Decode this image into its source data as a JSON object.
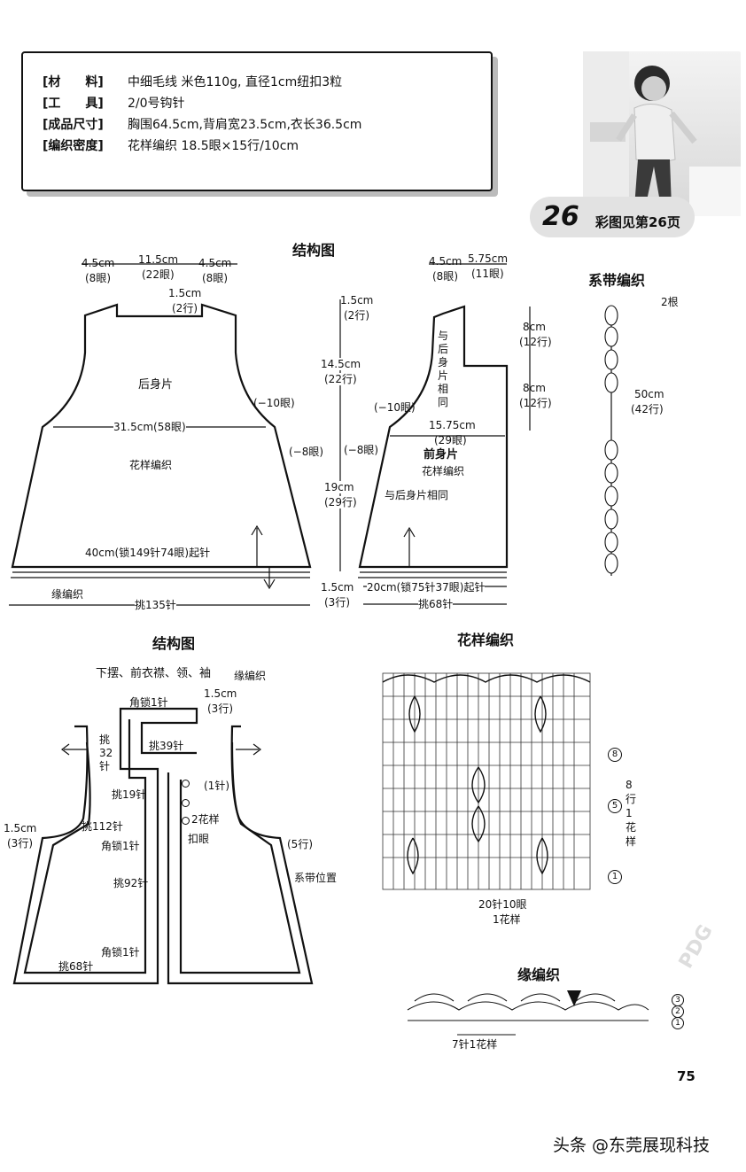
{
  "materials": {
    "rows": [
      {
        "label": "[材　　料]",
        "value": "中细毛线 米色110g, 直径1cm纽扣3粒"
      },
      {
        "label": "[工　　具]",
        "value": "2/0号钩针"
      },
      {
        "label": "[成品尺寸]",
        "value": "胸围64.5cm,背肩宽23.5cm,衣长36.5cm"
      },
      {
        "label": "[编织密度]",
        "value": "花样编织 18.5眼×15行/10cm"
      }
    ]
  },
  "project": {
    "number": "26",
    "photo_ref": "彩图见第26页"
  },
  "structure1": {
    "title": "结构图",
    "back": {
      "label": "后身片",
      "stitch": "花样编织",
      "shoulder_l": "4.5cm",
      "shoulder_l_sub": "(8眼)",
      "neck": "11.5cm",
      "neck_sub": "(22眼)",
      "shoulder_r": "4.5cm",
      "shoulder_r_sub": "(8眼)",
      "neck_h": "1.5cm",
      "neck_h_sub": "(2行)",
      "armhole_dec": "(−10眼)",
      "side_dec": "(−8眼)",
      "chest": "31.5cm(58眼)",
      "hem": "40cm(锁149针74眼)起针",
      "edging": "缘编织",
      "pick": "挑135针"
    },
    "mid": {
      "d1": "1.5cm",
      "d1_sub": "(2行)",
      "d2": "14.5cm",
      "d2_sub": "(22行)",
      "d3": "19cm",
      "d3_sub": "(29行)",
      "d4": "1.5cm",
      "d4_sub": "(3行)"
    },
    "front": {
      "label": "前身片",
      "stitch": "花样编织",
      "shoulder": "4.5cm",
      "shoulder_sub": "(8眼)",
      "neck": "5.75cm",
      "neck_sub": "(11眼)",
      "same_vert": "与后身片相同",
      "armhole_dec": "(−10眼)",
      "side_dec": "(−8眼)",
      "chest": "15.75cm",
      "chest_sub": "(29眼)",
      "same2": "与后身片相同",
      "h1": "8cm",
      "h1_sub": "(12行)",
      "h2": "8cm",
      "h2_sub": "(12行)",
      "hem": "20cm(锁75针37眼)起针",
      "pick": "挑68针"
    }
  },
  "tie": {
    "title": "系带编织",
    "count": "2根",
    "length": "50cm",
    "length_sub": "(42行)"
  },
  "structure2": {
    "title": "结构图",
    "subtitle": "下摆、前衣襟、领、袖",
    "edging": "缘编织",
    "labels": {
      "corner1": "角锁1针",
      "top_h": "1.5cm",
      "top_h_sub": "(3行)",
      "pick32a": "挑",
      "pick32b": "32",
      "pick32c": "针",
      "pick39": "挑39针",
      "pick19": "挑19针",
      "btn1": "(1针)",
      "btn2": "2花样",
      "buttonhole": "扣眼",
      "side_h": "1.5cm",
      "side_h_sub": "(3行)",
      "pick112": "挑112针",
      "corner2": "角锁1针",
      "rows5": "(5行)",
      "tie_pos": "系带位置",
      "pick92": "挑92针",
      "corner3": "角锁1针",
      "pick68": "挑68针"
    }
  },
  "pattern": {
    "title": "花样编织",
    "rows": [
      "8",
      "5",
      "1"
    ],
    "side": "8行1花样",
    "bottom1": "20针10眼",
    "bottom2": "1花样"
  },
  "edging": {
    "title": "缘编织",
    "rows": [
      "3",
      "2",
      "1"
    ],
    "repeat": "7针1花样"
  },
  "page": {
    "number": "75"
  },
  "watermark": {
    "text": "头条 @东莞展现科技",
    "pdg": "PDG"
  }
}
